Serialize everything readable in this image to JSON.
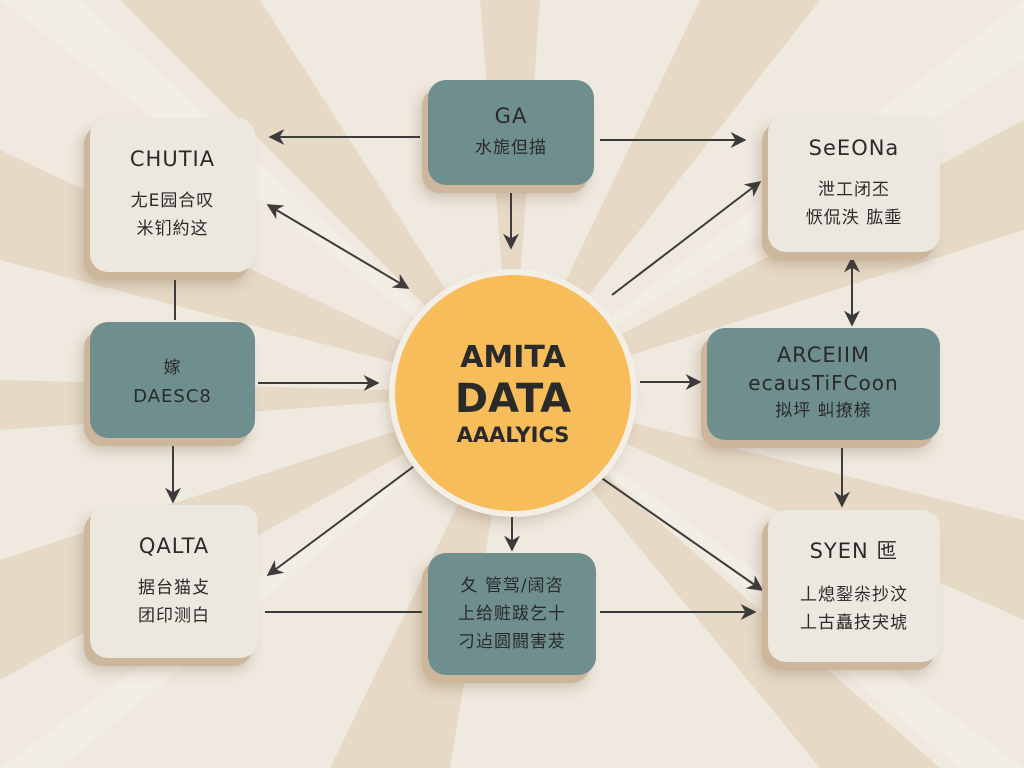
{
  "center": {
    "line1": "AMITA",
    "line2": "DATA",
    "line3": "AAALYICS"
  },
  "nodes": {
    "top_left": {
      "title": "CHUTIA",
      "lines": [
        "尢E园合叹",
        "米钔約这"
      ]
    },
    "top_center": {
      "title": "GA",
      "lines": [
        "水旎但描"
      ]
    },
    "top_right": {
      "title": "SeEONa",
      "lines": [
        "泄工闭丕",
        "恹侃泆 肱埀"
      ]
    },
    "mid_left": {
      "title": "DAESC8",
      "lines": [
        "嫁"
      ]
    },
    "mid_right": {
      "title": "ARCEIIM",
      "lines": [
        "ecausTiFCoon",
        "拟坪 虯撩榇"
      ]
    },
    "bottom_left": {
      "title": "QALTA",
      "lines": [
        "据台猫攴",
        "团印测白"
      ]
    },
    "bottom_center": {
      "title": "",
      "lines": [
        "夂 管驾/阔咨",
        "上给赃跋乞十",
        "刁迠圆闘害茇"
      ]
    },
    "bottom_right": {
      "title": "SYEN 匜",
      "lines": [
        "丄熄銐尜抄汶",
        "丄古矗技宊㙈"
      ]
    }
  },
  "colors": {
    "background": "#efe9df",
    "light_box": "#ece8df",
    "teal_box": "#6f8f8e",
    "center": "#f6bd5a",
    "arrow": "#3c3c3c"
  }
}
